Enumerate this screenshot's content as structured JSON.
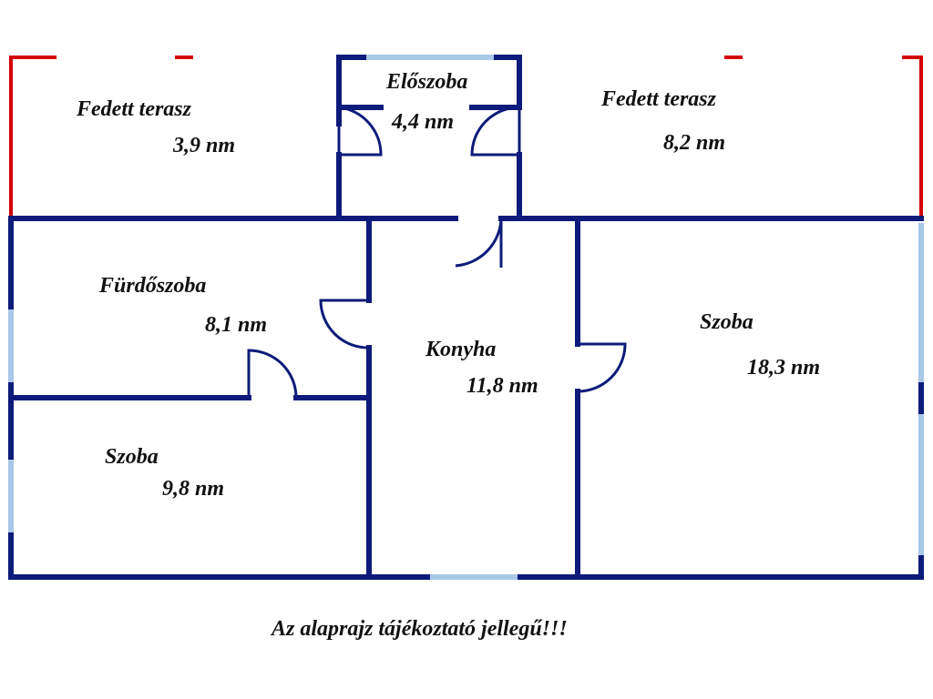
{
  "rooms": {
    "terrace_left": {
      "name": "Fedett terasz",
      "area": "3,9 nm"
    },
    "hallway": {
      "name": "Előszoba",
      "area": "4,4 nm"
    },
    "terrace_right": {
      "name": "Fedett terasz",
      "area": "8,2 nm"
    },
    "bathroom": {
      "name": "Fürdőszoba",
      "area": "8,1 nm"
    },
    "kitchen": {
      "name": "Konyha",
      "area": "11,8 nm"
    },
    "room_large": {
      "name": "Szoba",
      "area": "18,3 nm"
    },
    "room_small": {
      "name": "Szoba",
      "area": "9,8 nm"
    }
  },
  "disclaimer": "Az alaprajz tájékoztató jellegű!!!",
  "colors": {
    "wall": "#0d1b7a",
    "window": "#a8c8e8",
    "terrace_edge": "#d40000",
    "text": "#111111",
    "background": "#ffffff"
  }
}
